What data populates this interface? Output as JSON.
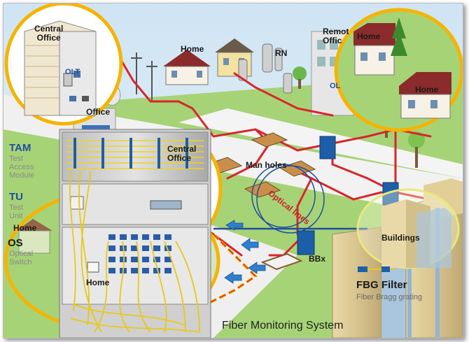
{
  "labels": {
    "central_office_top": "Central\nOffice",
    "olt_top": "OLT",
    "office_partial": "Office",
    "home_center": "Home",
    "rn": "RN",
    "remote_office": "Remot\nOffic",
    "home_right_top": "Home",
    "home_right_bottom": "Home",
    "olt_right": "OL",
    "central_office_mid": "Central\nOffice",
    "man_holes": "Man holes",
    "optical_lines": "Optical lines",
    "buildings": "Buildings",
    "bbx": "BBx",
    "home_left": "Home",
    "home_bottom": "Home"
  },
  "left_legend": {
    "tam_abbr": "TAM",
    "tam_full": "Test\nAccess\nModule",
    "tu_abbr": "TU",
    "tu_full": "Test\nUnit",
    "os_abbr": "OS",
    "os_full": "Optical\nSwitch"
  },
  "fbg": {
    "title": "FBG Filter",
    "subtitle": "Fiber Bragg grating"
  },
  "caption": "Fiber Monitoring System",
  "colors": {
    "sky": "#dcecf7",
    "grass": "#9fcf6b",
    "road": "#efefef",
    "fiber_red": "#d8262a",
    "circle_orange": "#f5b400",
    "circle_yellow": "#e8e87a",
    "fiber_yellow": "#f2d41a",
    "cabinet_blue": "#1d5ea8",
    "arrow_blue": "#2e7fd0",
    "title_blue": "#1f4f9c"
  }
}
